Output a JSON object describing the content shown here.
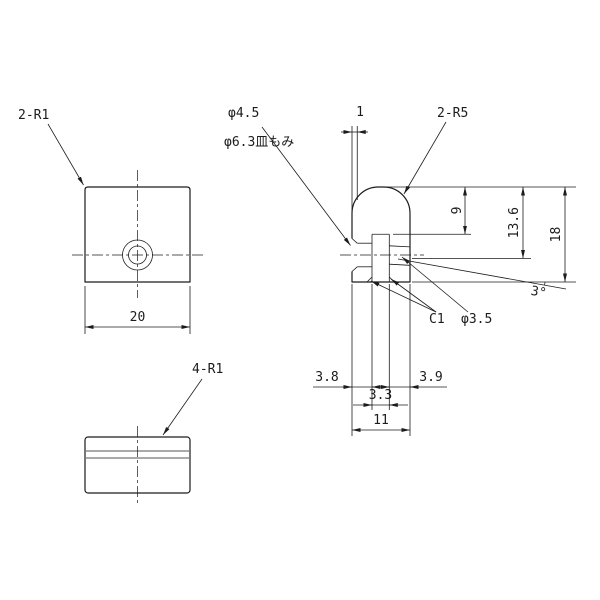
{
  "front_view": {
    "corner_radius_label": "2-R1",
    "width": "20"
  },
  "bottom_view": {
    "corner_radius_label": "4-R1"
  },
  "side_view": {
    "hole_diameter": "φ4.5",
    "countersink_note": "φ6.3皿もみ",
    "countersink_depth": "1",
    "dome_radius_label": "2-R5",
    "dim_top_to_slot": "9",
    "dim_top_to_hole": "13.6",
    "overall_height": "18",
    "hole_angle": "3°",
    "chamfer": "C1",
    "cross_hole_diameter": "φ3.5",
    "seg_left": "3.8",
    "slot_width": "3.3",
    "seg_right": "3.9",
    "overall_width": "11"
  },
  "colors": {
    "line": "#1c1c1c",
    "background": "#ffffff"
  }
}
